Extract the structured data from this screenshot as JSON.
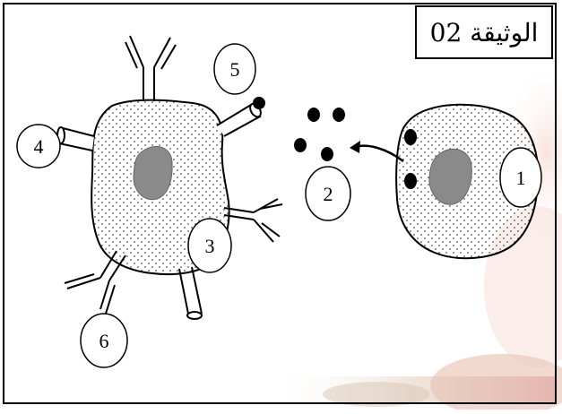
{
  "document": {
    "title": "الوثيقة 02"
  },
  "labels": {
    "l1": "1",
    "l2": "2",
    "l3": "3",
    "l4": "4",
    "l5": "5",
    "l6": "6"
  },
  "colors": {
    "stroke": "#000000",
    "nucleus": "#8a8a8a",
    "dots": "#555555",
    "antigen": "#000000",
    "bg_floral_pink": "#f2c7c1",
    "bg_floral_brown": "#d9a57e"
  }
}
